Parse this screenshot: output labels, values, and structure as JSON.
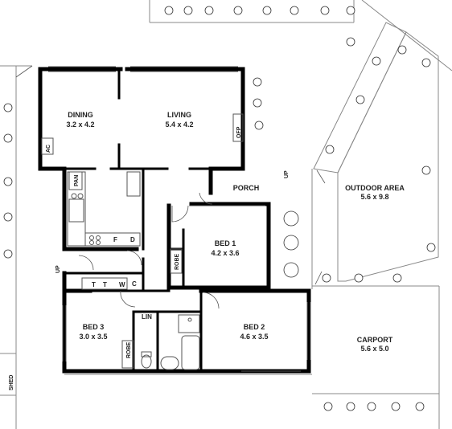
{
  "rooms": {
    "dining": {
      "name": "DINING",
      "size": "3.2 x 4.2"
    },
    "living": {
      "name": "LIVING",
      "size": "5.4 x 4.2"
    },
    "porch": {
      "name": "PORCH"
    },
    "outdoor": {
      "name": "OUTDOOR AREA",
      "size": "5.6 x 9.8"
    },
    "bed1": {
      "name": "BED 1",
      "size": "4.2 x 3.6"
    },
    "bed2": {
      "name": "BED 2",
      "size": "4.6 x 3.5"
    },
    "bed3": {
      "name": "BED 3",
      "size": "3.0 x 3.5"
    },
    "carport": {
      "name": "CARPORT",
      "size": "5.6 x 5.0"
    }
  },
  "fixtures": {
    "ac": "AC",
    "ofp": "OFP",
    "pan": "PAN",
    "fridge": "F",
    "dishwasher": "D",
    "robe1": "ROBE",
    "robe3": "ROBE",
    "lin": "LIN",
    "cupboard": "C",
    "w": "W",
    "t1": "T",
    "t2": "T"
  },
  "labels": {
    "up_porch": "UP",
    "up_side": "UP",
    "shed": "SHED"
  }
}
